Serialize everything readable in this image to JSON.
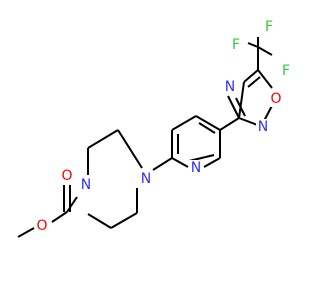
{
  "colors": {
    "bond": "#000000",
    "carbon_text": "#000000",
    "nitrogen": "#3232ff",
    "oxygen": "#ff0000",
    "fluorine": "#33cc33",
    "background": "#ffffff"
  },
  "atoms": {
    "f_top": "F",
    "f_left": "F",
    "f_right": "F",
    "n_oxadiazole_4": "N",
    "n_oxadiazole_2": "N",
    "o_oxadiazole": "O",
    "n_pyridine": "N",
    "n_piperazine_top": "N",
    "n_piperazine_bottom": "N",
    "o_carbonyl": "O",
    "o_ester": "O"
  }
}
